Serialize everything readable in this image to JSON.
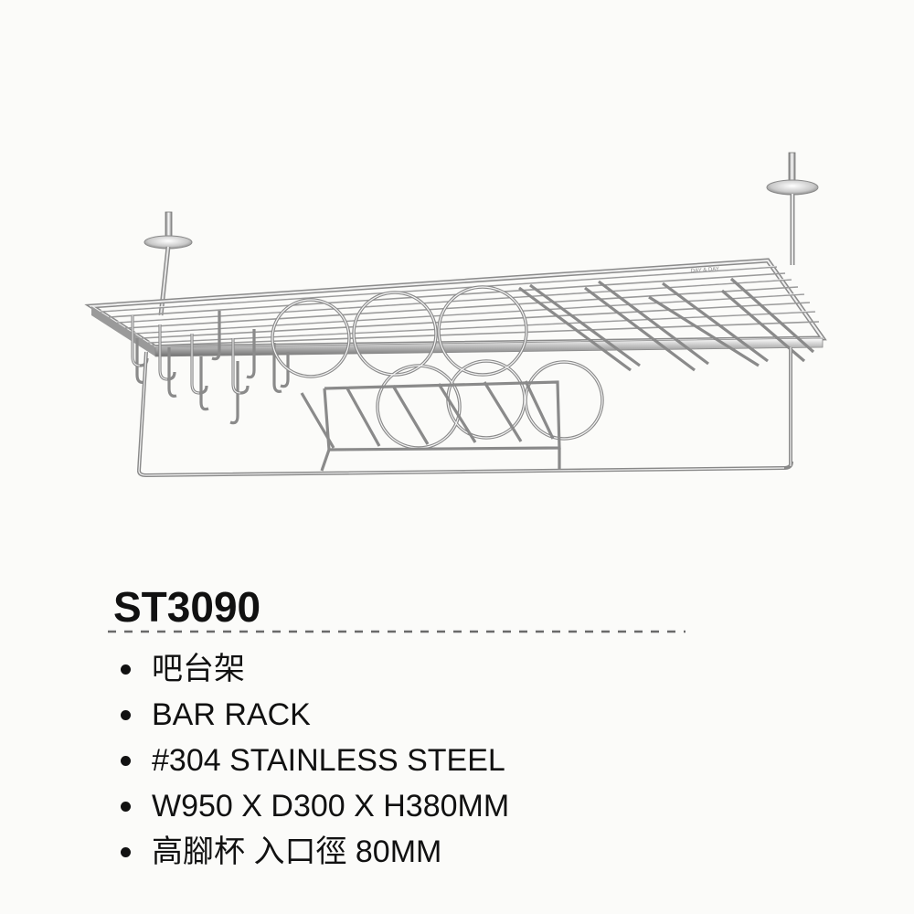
{
  "product": {
    "model": "ST3090",
    "specs": [
      "吧台架",
      "BAR RACK",
      "#304 STAINLESS STEEL",
      "W950 X D300 X H380MM",
      "高腳杯 入口徑 80MM"
    ],
    "image_stamp": "DAY & DAY",
    "image_subject": "chrome-wire-bar-rack-icon"
  },
  "colors": {
    "background": "#fbfbf9",
    "text": "#111111",
    "chrome_light": "#f4f4f4",
    "chrome_dark": "#7a7a7a"
  }
}
